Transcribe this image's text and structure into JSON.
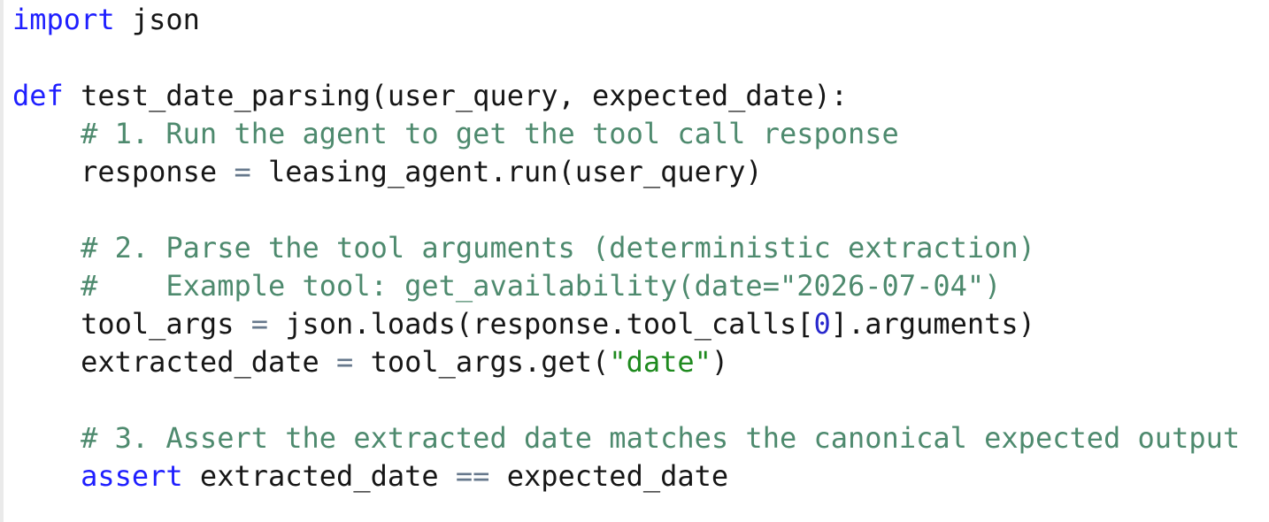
{
  "colors": {
    "background": "#ffffff",
    "left_edge": "#eaeaea",
    "plain": "#161616",
    "keyword": "#1f1fff",
    "comment": "#4e8a6e",
    "string": "#1e8a1e",
    "number": "#2828cd",
    "operator": "#66788c"
  },
  "code": {
    "language": "python",
    "lines": [
      {
        "tokens": [
          {
            "c": "kw",
            "t": "import"
          },
          {
            "c": "pl",
            "t": " json"
          }
        ]
      },
      {
        "tokens": []
      },
      {
        "tokens": [
          {
            "c": "kw",
            "t": "def"
          },
          {
            "c": "pl",
            "t": " test_date_parsing(user_query, expected_date):"
          }
        ]
      },
      {
        "tokens": [
          {
            "c": "pl",
            "t": "    "
          },
          {
            "c": "com",
            "t": "# 1. Run the agent to get the tool call response"
          }
        ]
      },
      {
        "tokens": [
          {
            "c": "pl",
            "t": "    response "
          },
          {
            "c": "op",
            "t": "="
          },
          {
            "c": "pl",
            "t": " leasing_agent.run(user_query)"
          }
        ]
      },
      {
        "tokens": []
      },
      {
        "tokens": [
          {
            "c": "pl",
            "t": "    "
          },
          {
            "c": "com",
            "t": "# 2. Parse the tool arguments (deterministic extraction)"
          }
        ]
      },
      {
        "tokens": [
          {
            "c": "pl",
            "t": "    "
          },
          {
            "c": "com",
            "t": "#    Example tool: get_availability(date=\"2026-07-04\")"
          }
        ]
      },
      {
        "tokens": [
          {
            "c": "pl",
            "t": "    tool_args "
          },
          {
            "c": "op",
            "t": "="
          },
          {
            "c": "pl",
            "t": " json.loads(response.tool_calls["
          },
          {
            "c": "num",
            "t": "0"
          },
          {
            "c": "pl",
            "t": "].arguments)"
          }
        ]
      },
      {
        "tokens": [
          {
            "c": "pl",
            "t": "    extracted_date "
          },
          {
            "c": "op",
            "t": "="
          },
          {
            "c": "pl",
            "t": " tool_args.get("
          },
          {
            "c": "str",
            "t": "\"date\""
          },
          {
            "c": "pl",
            "t": ")"
          }
        ]
      },
      {
        "tokens": []
      },
      {
        "tokens": [
          {
            "c": "pl",
            "t": "    "
          },
          {
            "c": "com",
            "t": "# 3. Assert the extracted date matches the canonical expected output"
          }
        ]
      },
      {
        "tokens": [
          {
            "c": "pl",
            "t": "    "
          },
          {
            "c": "kw",
            "t": "assert"
          },
          {
            "c": "pl",
            "t": " extracted_date "
          },
          {
            "c": "op",
            "t": "=="
          },
          {
            "c": "pl",
            "t": " expected_date"
          }
        ]
      }
    ]
  }
}
